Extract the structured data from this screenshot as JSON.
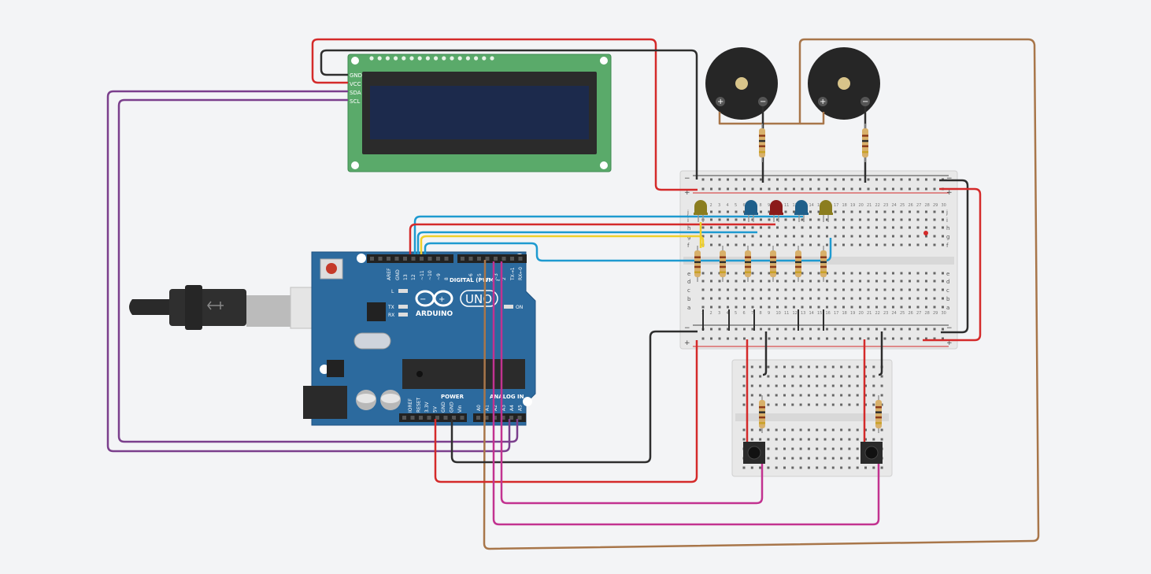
{
  "canvas": {
    "background": "#f3f4f6"
  },
  "lcd": {
    "pins": [
      "GND",
      "VCC",
      "SDA",
      "SCL"
    ],
    "board_color": "#5aaa6a",
    "screen_color": "#1c2a4c"
  },
  "arduino": {
    "brand": "ARDUINO",
    "model": "UNO",
    "header_digital_label": "DIGITAL (PWM ~)",
    "header_power_label": "POWER",
    "header_analog_label": "ANALOG IN",
    "digital_pins": [
      "AREF",
      "GND",
      "13",
      "12",
      "~11",
      "~10",
      "~9",
      "8",
      "7",
      "~6",
      "~5",
      "4",
      "~3",
      "2",
      "TX→1",
      "RX←0"
    ],
    "power_pins": [
      "IOREF",
      "RESET",
      "3.3V",
      "5V",
      "GND",
      "GND",
      "Vin"
    ],
    "analog_pins": [
      "A0",
      "A1",
      "A2",
      "A3",
      "A4",
      "A5"
    ],
    "led_labels": [
      "L",
      "TX",
      "RX"
    ],
    "on_label": "ON",
    "board_color": "#2c6a9e"
  },
  "breadboard_main": {
    "rail_labels": [
      "−",
      "+"
    ],
    "row_letters_top": [
      "j",
      "i",
      "h",
      "g",
      "f"
    ],
    "row_letters_bottom": [
      "e",
      "d",
      "c",
      "b",
      "a"
    ],
    "column_count": 30
  },
  "buzzers": [
    {
      "name": "buzzer-1",
      "plus": "+",
      "minus": "−"
    },
    {
      "name": "buzzer-2",
      "plus": "+",
      "minus": "−"
    }
  ],
  "leds": [
    {
      "name": "led-yellow-1",
      "color": "#8b7d1f"
    },
    {
      "name": "led-blue-1",
      "color": "#1f5f8a"
    },
    {
      "name": "led-red",
      "color": "#8b1a1a"
    },
    {
      "name": "led-blue-2",
      "color": "#1f5f8a"
    },
    {
      "name": "led-yellow-2",
      "color": "#8b7d1f"
    }
  ],
  "wire_colors": {
    "red": "#d42a2a",
    "black": "#2e2e2e",
    "purple": "#7b3f8c",
    "blue": "#1e9ad0",
    "yellow": "#f0d02a",
    "brown": "#a8764a",
    "magenta": "#c23290"
  }
}
